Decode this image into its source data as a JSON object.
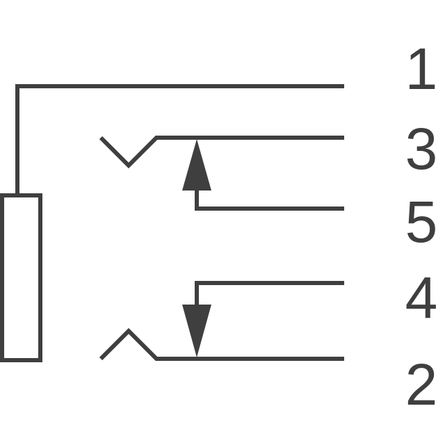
{
  "colors": {
    "line": "#3f3f3f",
    "background": "#ffffff"
  },
  "pins": [
    {
      "id": "pin-1",
      "label": "1"
    },
    {
      "id": "pin-3",
      "label": "3"
    },
    {
      "id": "pin-5",
      "label": "5"
    },
    {
      "id": "pin-4",
      "label": "4"
    },
    {
      "id": "pin-2",
      "label": "2"
    }
  ]
}
